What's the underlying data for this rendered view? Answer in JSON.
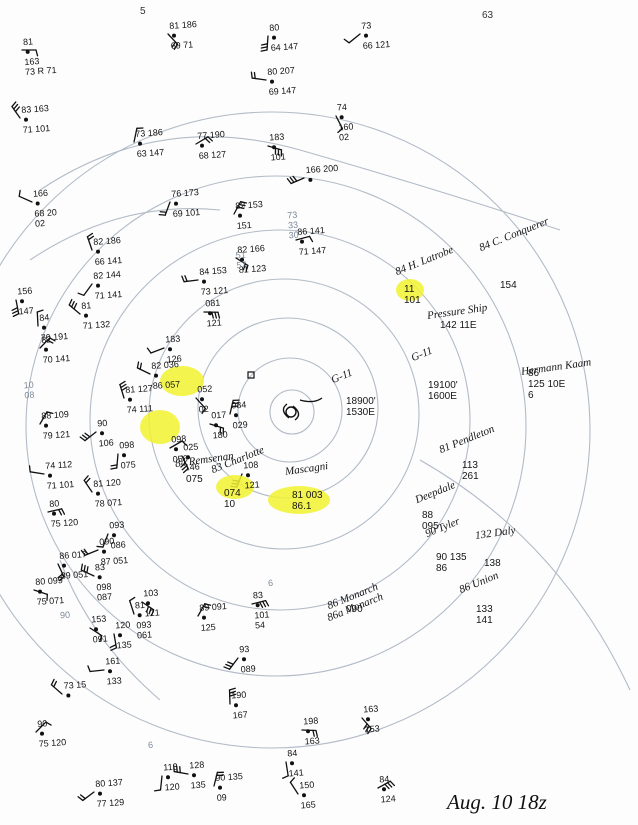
{
  "page": {
    "corner_number": "63",
    "date": "Aug. 10 18z",
    "top_mark": "5"
  },
  "colors": {
    "ink": "#141414",
    "pencil": "#7e8a9a",
    "highlight": "#f2f230"
  },
  "observations": [
    {
      "id": "o1",
      "rows": [
        "81",
        "163",
        "73 R 71"
      ],
      "ghost": false
    },
    {
      "id": "o2",
      "rows": [
        "81 186",
        "69 71"
      ],
      "ghost": false
    },
    {
      "id": "o3",
      "rows": [
        "80",
        "64 147"
      ],
      "ghost": false
    },
    {
      "id": "o4",
      "rows": [
        "73",
        "66 121"
      ],
      "ghost": false
    },
    {
      "id": "o5",
      "rows": [
        "80 207",
        "69 147"
      ],
      "ghost": false
    },
    {
      "id": "o6",
      "rows": [
        "83 163",
        "71 101"
      ],
      "ghost": false
    },
    {
      "id": "o7",
      "rows": [
        "73 186",
        "63 147"
      ],
      "ghost": false
    },
    {
      "id": "o8",
      "rows": [
        "77 190",
        "68 127"
      ],
      "ghost": false
    },
    {
      "id": "o9",
      "rows": [
        "183",
        "101"
      ],
      "ghost": false
    },
    {
      "id": "o10",
      "rows": [
        "74",
        "160",
        "02"
      ],
      "ghost": false
    },
    {
      "id": "o11",
      "rows": [
        "76 173",
        "69 101"
      ],
      "ghost": false
    },
    {
      "id": "o12",
      "rows": [
        "166 200"
      ],
      "ghost": false
    },
    {
      "id": "o13",
      "rows": [
        "166",
        "68 20",
        "02"
      ],
      "ghost": false
    },
    {
      "id": "o14",
      "rows": [
        "82 186",
        "66 141"
      ],
      "ghost": false
    },
    {
      "id": "o15",
      "rows": [
        "82 153",
        "151"
      ],
      "ghost": false
    },
    {
      "id": "o16",
      "rows": [
        "86 141",
        "71 147"
      ],
      "ghost": false
    },
    {
      "id": "o17",
      "rows": [
        "82 166",
        "81 123"
      ],
      "ghost": false
    },
    {
      "id": "o18",
      "rows": [
        "156",
        "147"
      ],
      "ghost": false
    },
    {
      "id": "o19",
      "rows": [
        "82 144",
        "71 141"
      ],
      "ghost": false
    },
    {
      "id": "o20",
      "rows": [
        "84 153",
        "73 121"
      ],
      "ghost": false
    },
    {
      "id": "o21",
      "rows": [
        "81",
        "71 132"
      ],
      "ghost": false
    },
    {
      "id": "o22",
      "rows": [
        "84",
        "70 191"
      ],
      "ghost": false
    },
    {
      "id": "o23",
      "rows": [
        "82",
        "70 141"
      ],
      "ghost": false
    },
    {
      "id": "o24",
      "rows": [
        "081",
        "121"
      ],
      "ghost": false
    },
    {
      "id": "o25",
      "rows": [
        "052",
        "02"
      ],
      "ghost": false
    },
    {
      "id": "o26",
      "rows": [
        "098",
        "075"
      ],
      "ghost": false
    },
    {
      "id": "o27",
      "rows": [
        "90",
        "106"
      ],
      "ghost": false
    },
    {
      "id": "o28",
      "rows": [
        "74 112",
        "71 101"
      ],
      "ghost": false
    },
    {
      "id": "o29",
      "rows": [
        "81 120",
        "78 071"
      ],
      "ghost": false
    },
    {
      "id": "o30",
      "rows": [
        "084",
        "029"
      ],
      "ghost": false
    },
    {
      "id": "o31",
      "rows": [
        "098",
        "056"
      ],
      "ghost": false
    },
    {
      "id": "o32",
      "rows": [
        "017",
        "180"
      ],
      "ghost": false
    },
    {
      "id": "o33",
      "rows": [
        "025",
        "146"
      ],
      "ghost": false
    },
    {
      "id": "o34",
      "rows": [
        "093",
        "086"
      ],
      "ghost": false
    },
    {
      "id": "o35",
      "rows": [
        "090",
        "87 051"
      ],
      "ghost": false
    },
    {
      "id": "o36",
      "rows": [
        "83",
        "098",
        "087"
      ],
      "ghost": false
    },
    {
      "id": "o37",
      "rows": [
        "81",
        "093",
        "061"
      ],
      "ghost": false
    },
    {
      "id": "o38",
      "rows": [
        "89 091",
        "125"
      ],
      "ghost": false
    },
    {
      "id": "o39",
      "rows": [
        "83",
        "101",
        "54"
      ],
      "ghost": false
    },
    {
      "id": "o40",
      "rows": [
        "153",
        "091"
      ],
      "ghost": false
    },
    {
      "id": "o41",
      "rows": [
        "120",
        "135"
      ],
      "ghost": false
    },
    {
      "id": "o42",
      "rows": [
        "93",
        "089"
      ],
      "ghost": false
    },
    {
      "id": "o43",
      "rows": [
        "161",
        "133"
      ],
      "ghost": false
    },
    {
      "id": "o44",
      "rows": [
        "73 15"
      ],
      "ghost": false
    },
    {
      "id": "o45",
      "rows": [
        "190",
        "167"
      ],
      "ghost": false
    },
    {
      "id": "o46",
      "rows": [
        "90",
        "75 120"
      ],
      "ghost": false
    },
    {
      "id": "o47",
      "rows": [
        "198",
        "163"
      ],
      "ghost": false
    },
    {
      "id": "o48",
      "rows": [
        "163",
        "153"
      ],
      "ghost": false
    },
    {
      "id": "o49",
      "rows": [
        "113",
        "120"
      ],
      "ghost": false
    },
    {
      "id": "o50",
      "rows": [
        "80 137",
        "77 129"
      ],
      "ghost": false
    },
    {
      "id": "o51",
      "rows": [
        "128",
        "135"
      ],
      "ghost": false
    },
    {
      "id": "o52",
      "rows": [
        "150",
        "165"
      ],
      "ghost": false
    },
    {
      "id": "o53",
      "rows": [
        "90 135",
        "09"
      ],
      "ghost": false
    },
    {
      "id": "o54",
      "rows": [
        "84",
        "124"
      ],
      "ghost": false
    },
    {
      "id": "o55",
      "rows": [
        "80 099",
        "75 071"
      ],
      "ghost": false
    },
    {
      "id": "o56",
      "rows": [
        "86 017",
        "89 051"
      ],
      "ghost": false
    },
    {
      "id": "o57",
      "rows": [
        "108",
        "121"
      ],
      "ghost": false
    },
    {
      "id": "o58",
      "rows": [
        "183",
        "126"
      ],
      "ghost": false
    },
    {
      "id": "o59",
      "rows": [
        "82 036",
        "86 057"
      ],
      "ghost": false
    },
    {
      "id": "o60",
      "rows": [
        "81 127",
        "74 111"
      ],
      "ghost": false
    },
    {
      "id": "o61",
      "rows": [
        "88 109",
        "79 121"
      ],
      "ghost": false
    },
    {
      "id": "o62",
      "rows": [
        "80",
        "75 120"
      ],
      "ghost": false
    },
    {
      "id": "o63",
      "rows": [
        "103",
        "121"
      ],
      "ghost": false
    },
    {
      "id": "o64",
      "rows": [
        "84",
        "141"
      ],
      "ghost": false
    },
    {
      "id": "o65",
      "rows": [
        "10",
        "08"
      ],
      "ghost": true
    },
    {
      "id": "o66",
      "rows": [
        "73",
        "33",
        "30"
      ],
      "ghost": true
    },
    {
      "id": "o67",
      "rows": [
        "51",
        "57"
      ],
      "ghost": true
    },
    {
      "id": "o68",
      "rows": [
        "6"
      ],
      "ghost": true
    },
    {
      "id": "o69",
      "rows": [
        "6"
      ],
      "ghost": true
    },
    {
      "id": "o70",
      "rows": [
        "90"
      ],
      "ghost": true
    }
  ],
  "ships": [
    {
      "id": "s1",
      "name": "84 H. Latrobe",
      "pos": [
        "11",
        "101"
      ]
    },
    {
      "id": "s2",
      "name": "84 C. Conquerer",
      "pos": [
        "154"
      ]
    },
    {
      "id": "s3",
      "name": "Pressure Ship",
      "pos": [
        "142 11E"
      ]
    },
    {
      "id": "s4",
      "name": "G-11",
      "pos": [
        "18900'",
        "1530E"
      ]
    },
    {
      "id": "s5",
      "name": "G-11",
      "pos": [
        "19100'",
        "1600E"
      ]
    },
    {
      "id": "s6",
      "name": "Hermann Kaam",
      "pos": [
        "86",
        "125 10E",
        "6"
      ]
    },
    {
      "id": "s7",
      "name": "81 Pendleton",
      "pos": [
        "113",
        "261"
      ]
    },
    {
      "id": "s8",
      "name": "83 Charlotte",
      "pos": [
        "074",
        "10"
      ]
    },
    {
      "id": "s9",
      "name": "Mascagni",
      "pos": [
        "81 003",
        "86.1"
      ]
    },
    {
      "id": "s10",
      "name": "Deepdale",
      "pos": [
        "88",
        "095"
      ]
    },
    {
      "id": "s11",
      "name": "90 Tyler",
      "pos": [
        "90 135",
        "86"
      ]
    },
    {
      "id": "s12",
      "name": "132 Daly",
      "pos": [
        "138"
      ]
    },
    {
      "id": "s13",
      "name": "86a Monarch",
      "pos": [
        "090"
      ]
    },
    {
      "id": "s14",
      "name": "86 Union",
      "pos": [
        "133",
        "141"
      ]
    },
    {
      "id": "s15",
      "name": "84 Remsenan",
      "pos": [
        "075"
      ]
    },
    {
      "id": "s16",
      "name": "86 Monarch",
      "pos": [
        "055"
      ]
    }
  ]
}
